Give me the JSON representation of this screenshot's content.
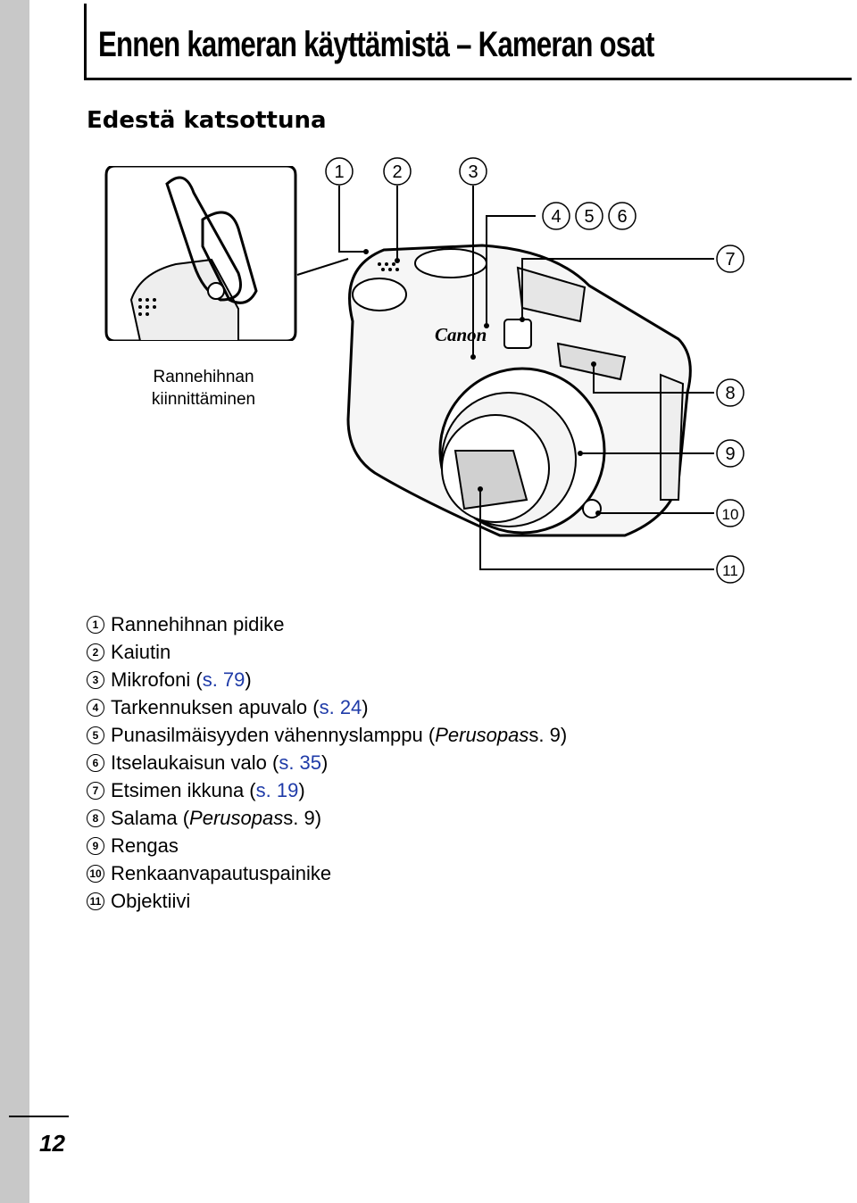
{
  "header": {
    "title": "Ennen kameran käyttämistä – Kameran osat"
  },
  "section": {
    "title": "Edestä katsottuna"
  },
  "inset": {
    "caption_line1": "Rannehihnan",
    "caption_line2": "kiinnittäminen"
  },
  "callouts": [
    "1",
    "2",
    "3",
    "4",
    "5",
    "6",
    "7",
    "8",
    "9",
    "10",
    "11"
  ],
  "camera": {
    "brand": "Canon"
  },
  "legend": [
    {
      "num": "1",
      "text": "Rannehihnan pidike",
      "ref_pre": "",
      "ref": "",
      "ref_post": ""
    },
    {
      "num": "2",
      "text": "Kaiutin",
      "ref_pre": "",
      "ref": "",
      "ref_post": ""
    },
    {
      "num": "3",
      "text": "Mikrofoni (",
      "ref_pre": "",
      "ref": "s. 79",
      "ref_post": ")"
    },
    {
      "num": "4",
      "text": "Tarkennuksen apuvalo (",
      "ref_pre": "",
      "ref": "s. 24",
      "ref_post": ")"
    },
    {
      "num": "5",
      "text": "Punasilmäisyyden vähennyslamppu (",
      "ref_pre": "Perusopas",
      "ref": "",
      "ref_post": " s. 9)"
    },
    {
      "num": "6",
      "text": "Itselaukaisun valo (",
      "ref_pre": "",
      "ref": "s. 35",
      "ref_post": ")"
    },
    {
      "num": "7",
      "text": "Etsimen ikkuna (",
      "ref_pre": "",
      "ref": "s. 19",
      "ref_post": ")"
    },
    {
      "num": "8",
      "text": "Salama (",
      "ref_pre": "Perusopas",
      "ref": "",
      "ref_post": " s. 9)"
    },
    {
      "num": "9",
      "text": "Rengas",
      "ref_pre": "",
      "ref": "",
      "ref_post": ""
    },
    {
      "num": "10",
      "text": "Renkaanvapautuspainike",
      "ref_pre": "",
      "ref": "",
      "ref_post": ""
    },
    {
      "num": "11",
      "text": "Objektiivi",
      "ref_pre": "",
      "ref": "",
      "ref_post": ""
    }
  ],
  "footer": {
    "page_number": "12"
  }
}
